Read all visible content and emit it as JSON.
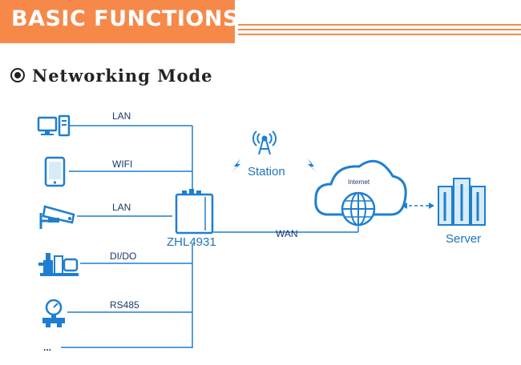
{
  "header": {
    "title": "BASIC FUNCTIONS"
  },
  "section": {
    "title": "Networking Mode"
  },
  "diagram": {
    "links": {
      "lan_top": "LAN",
      "wifi": "WIFI",
      "lan_camera": "LAN",
      "dido": "DI/DO",
      "rs485": "RS485",
      "more": "...",
      "wan": "WAN"
    },
    "device_label": "ZHL4931",
    "station_label": "Station",
    "cloud_label": "Internet",
    "server_label": "Server",
    "colors": {
      "orange": "#f6894a",
      "line": "#1e7fd0",
      "dark": "#1a3a6b"
    },
    "icons": [
      "computer-icon",
      "smartphone-icon",
      "camera-icon",
      "pump-icon",
      "gauge-icon",
      "router-icon",
      "antenna-icon",
      "cloud-icon",
      "globe-icon",
      "server-icon"
    ]
  }
}
